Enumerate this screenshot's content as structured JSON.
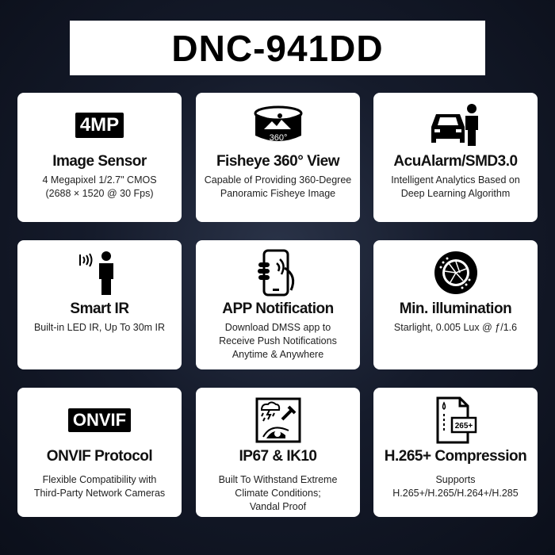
{
  "title": "DNC-941DD",
  "features": [
    {
      "icon": "4mp-badge-icon",
      "badge": "4MP",
      "heading": "Image Sensor",
      "desc": "4 Megapixel 1/2.7\" CMOS\n(2688 × 1520 @ 30 Fps)"
    },
    {
      "icon": "fisheye-360-icon",
      "badge": "360°",
      "heading": "Fisheye 360° View",
      "desc": "Capable of Providing 360-Degree\nPanoramic Fisheye Image"
    },
    {
      "icon": "car-person-icon",
      "heading": "AcuAlarm/SMD3.0",
      "desc": "Intelligent Analytics Based on\nDeep Learning Algorithm"
    },
    {
      "icon": "ir-person-icon",
      "heading": "Smart IR",
      "desc": "Built-in LED IR, Up To 30m IR"
    },
    {
      "icon": "phone-hand-icon",
      "heading": "APP Notification",
      "desc": "Download DMSS app to\nReceive Push Notifications\nAnytime & Anywhere"
    },
    {
      "icon": "aperture-icon",
      "heading": "Min. illumination",
      "desc": "Starlight, 0.005 Lux @ ƒ/1.6"
    },
    {
      "icon": "onvif-badge-icon",
      "badge": "ONVIF",
      "heading": "ONVIF Protocol",
      "desc": "Flexible Compatibility with\nThird-Party Network Cameras"
    },
    {
      "icon": "weather-hammer-icon",
      "heading": "IP67 & IK10",
      "desc": "Built To Withstand Extreme\nClimate Conditions;\nVandal Proof"
    },
    {
      "icon": "h265-file-icon",
      "badge": "265+",
      "heading": "H.265+ Compression",
      "desc": "Supports\nH.265+/H.265/H.264+/H.285"
    }
  ]
}
